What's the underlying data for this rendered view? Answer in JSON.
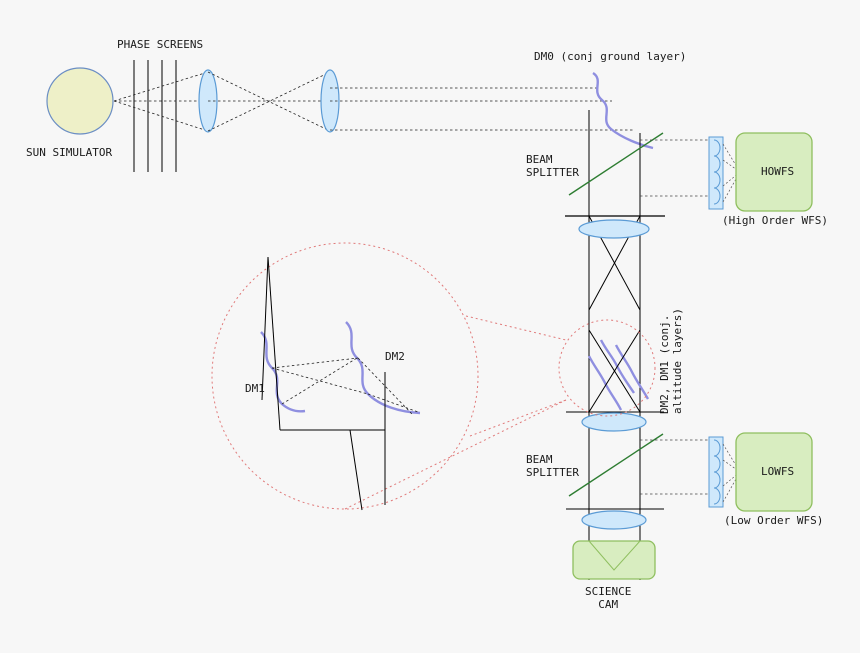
{
  "title": "Adaptive optics bench optical layout",
  "labels": {
    "phase_screens": "PHASE SCREENS",
    "sun_simulator": "SUN SIMULATOR",
    "dm0": "DM0 (conj ground layer)",
    "beam_splitter_1": "BEAM\nSPLITTER",
    "beam_splitter_2": "BEAM\nSPLITTER",
    "howfs": "HOWFS",
    "howfs_sub": "(High Order WFS)",
    "lowfs": "LOWFS",
    "lowfs_sub": "(Low Order WFS)",
    "science_cam": "SCIENCE\nCAM",
    "dm_alt": "DM2, DM1 (conj.\naltitude layers)",
    "dm1": "DM1",
    "dm2": "DM2"
  },
  "colors": {
    "background": "#f7f7f7",
    "line": "#000000",
    "lens_fill": "#cfe8fb",
    "lens_stroke": "#5b9bd5",
    "detector_fill": "#d8edc0",
    "detector_stroke": "#8fbf5f",
    "beam_splitter": "#2e7d32",
    "dm_surface": "#8f8fe0",
    "callout": "#e07a7a",
    "dotted_ray": "#333333",
    "sun_fill": "#eef0c8",
    "sun_stroke": "#6b8ec4"
  }
}
